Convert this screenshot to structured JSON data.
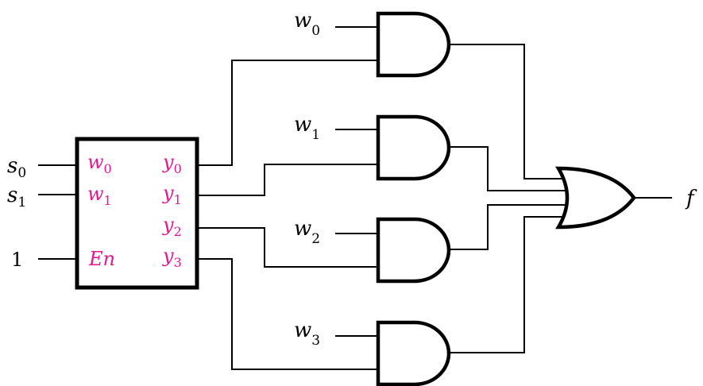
{
  "colors": {
    "ink": "#000000",
    "pin_label": "#e8168c",
    "background": "#ffffff"
  },
  "decoder": {
    "inputs": [
      {
        "base": "w",
        "sub": "0"
      },
      {
        "base": "w",
        "sub": "1"
      }
    ],
    "enable": "En",
    "outputs": [
      {
        "base": "y",
        "sub": "0"
      },
      {
        "base": "y",
        "sub": "1"
      },
      {
        "base": "y",
        "sub": "2"
      },
      {
        "base": "y",
        "sub": "3"
      }
    ]
  },
  "external_inputs": {
    "select": [
      {
        "base": "s",
        "sub": "0"
      },
      {
        "base": "s",
        "sub": "1"
      }
    ],
    "enable_value": "1"
  },
  "data_inputs": [
    {
      "base": "w",
      "sub": "0"
    },
    {
      "base": "w",
      "sub": "1"
    },
    {
      "base": "w",
      "sub": "2"
    },
    {
      "base": "w",
      "sub": "3"
    }
  ],
  "output": "f"
}
